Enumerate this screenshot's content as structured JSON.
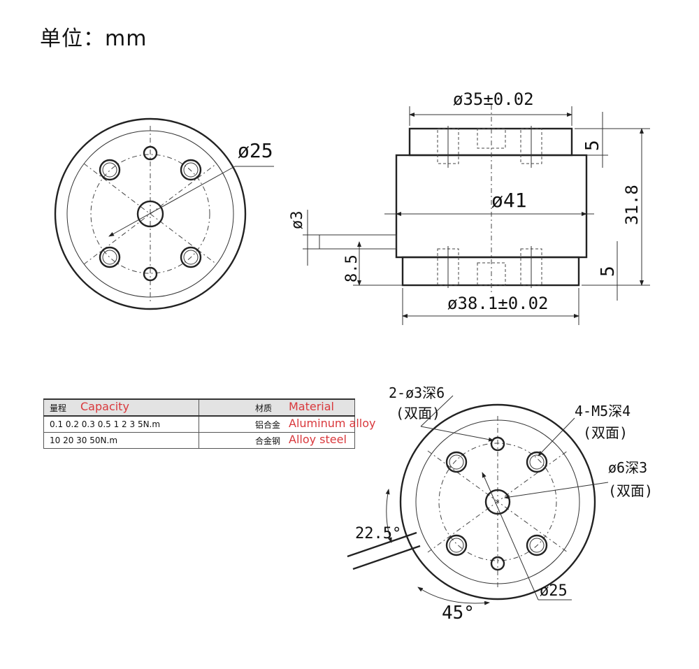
{
  "unit_label": "单位：mm",
  "dimensions": {
    "front_diameter": "ø25",
    "top_diameter": "ø35±0.02",
    "body_diameter": "ø41",
    "bottom_diameter": "ø38.1±0.02",
    "cable_diameter": "ø3",
    "cable_height": "8.5",
    "top_flange": "5",
    "bottom_flange": "5",
    "total_height": "31.8",
    "holes_two": "2-ø3深6",
    "holes_two_note": "(双面)",
    "holes_four": "4-M5深4",
    "holes_four_note": "(双面)",
    "center_hole": "ø6深3",
    "center_hole_note": "(双面)",
    "angle_cable": "22.5°",
    "angle_holes": "45°",
    "bottom_circle": "ø25"
  },
  "table": {
    "header": {
      "capacity_cn": "量程",
      "capacity_en": "Capacity",
      "material_cn": "材质",
      "material_en": "Material"
    },
    "rows": [
      {
        "capacity": "0.1  0.2  0.3  0.5  1  2  3  5N.m",
        "material_cn": "铝合金",
        "material_en": "Aluminum alloy"
      },
      {
        "capacity": "10  20  30  50N.m",
        "material_cn": "合金钢",
        "material_en": "Alloy steel"
      }
    ]
  }
}
